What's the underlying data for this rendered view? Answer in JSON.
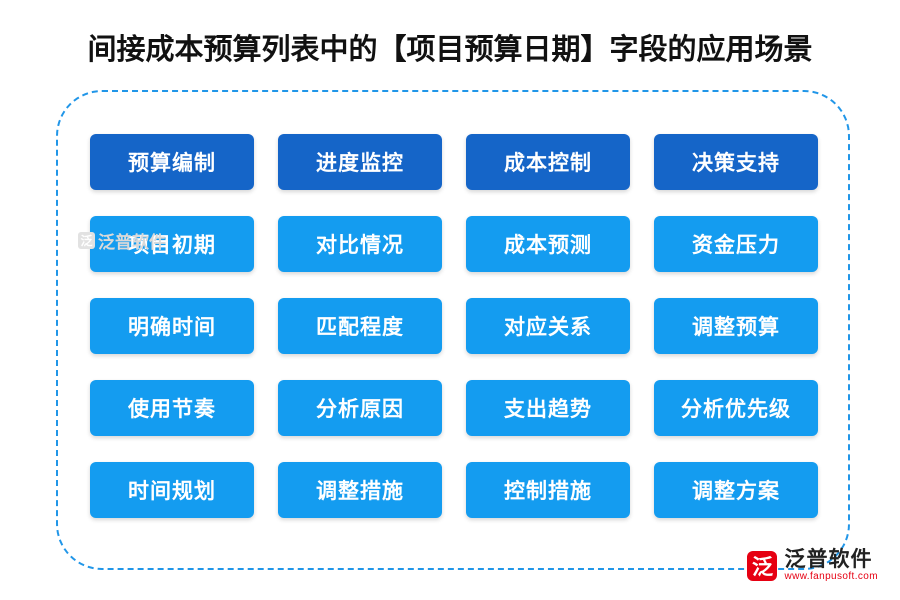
{
  "title": "间接成本预算列表中的【项目预算日期】字段的应用场景",
  "columns": [
    {
      "header": "预算编制",
      "items": [
        "项目初期",
        "明确时间",
        "使用节奏",
        "时间规划"
      ]
    },
    {
      "header": "进度监控",
      "items": [
        "对比情况",
        "匹配程度",
        "分析原因",
        "调整措施"
      ]
    },
    {
      "header": "成本控制",
      "items": [
        "成本预测",
        "对应关系",
        "支出趋势",
        "控制措施"
      ]
    },
    {
      "header": "决策支持",
      "items": [
        "资金压力",
        "调整预算",
        "分析优先级",
        "调整方案"
      ]
    }
  ],
  "watermark": {
    "badge": "泛",
    "text": "泛普软件"
  },
  "logo": {
    "mark": "泛",
    "name": "泛普软件",
    "url": "www.fanpusoft.com"
  },
  "colors": {
    "header_blue": "#1565c8",
    "item_blue": "#149cf0",
    "frame_blue": "#2196e8",
    "logo_red": "#e60012"
  }
}
